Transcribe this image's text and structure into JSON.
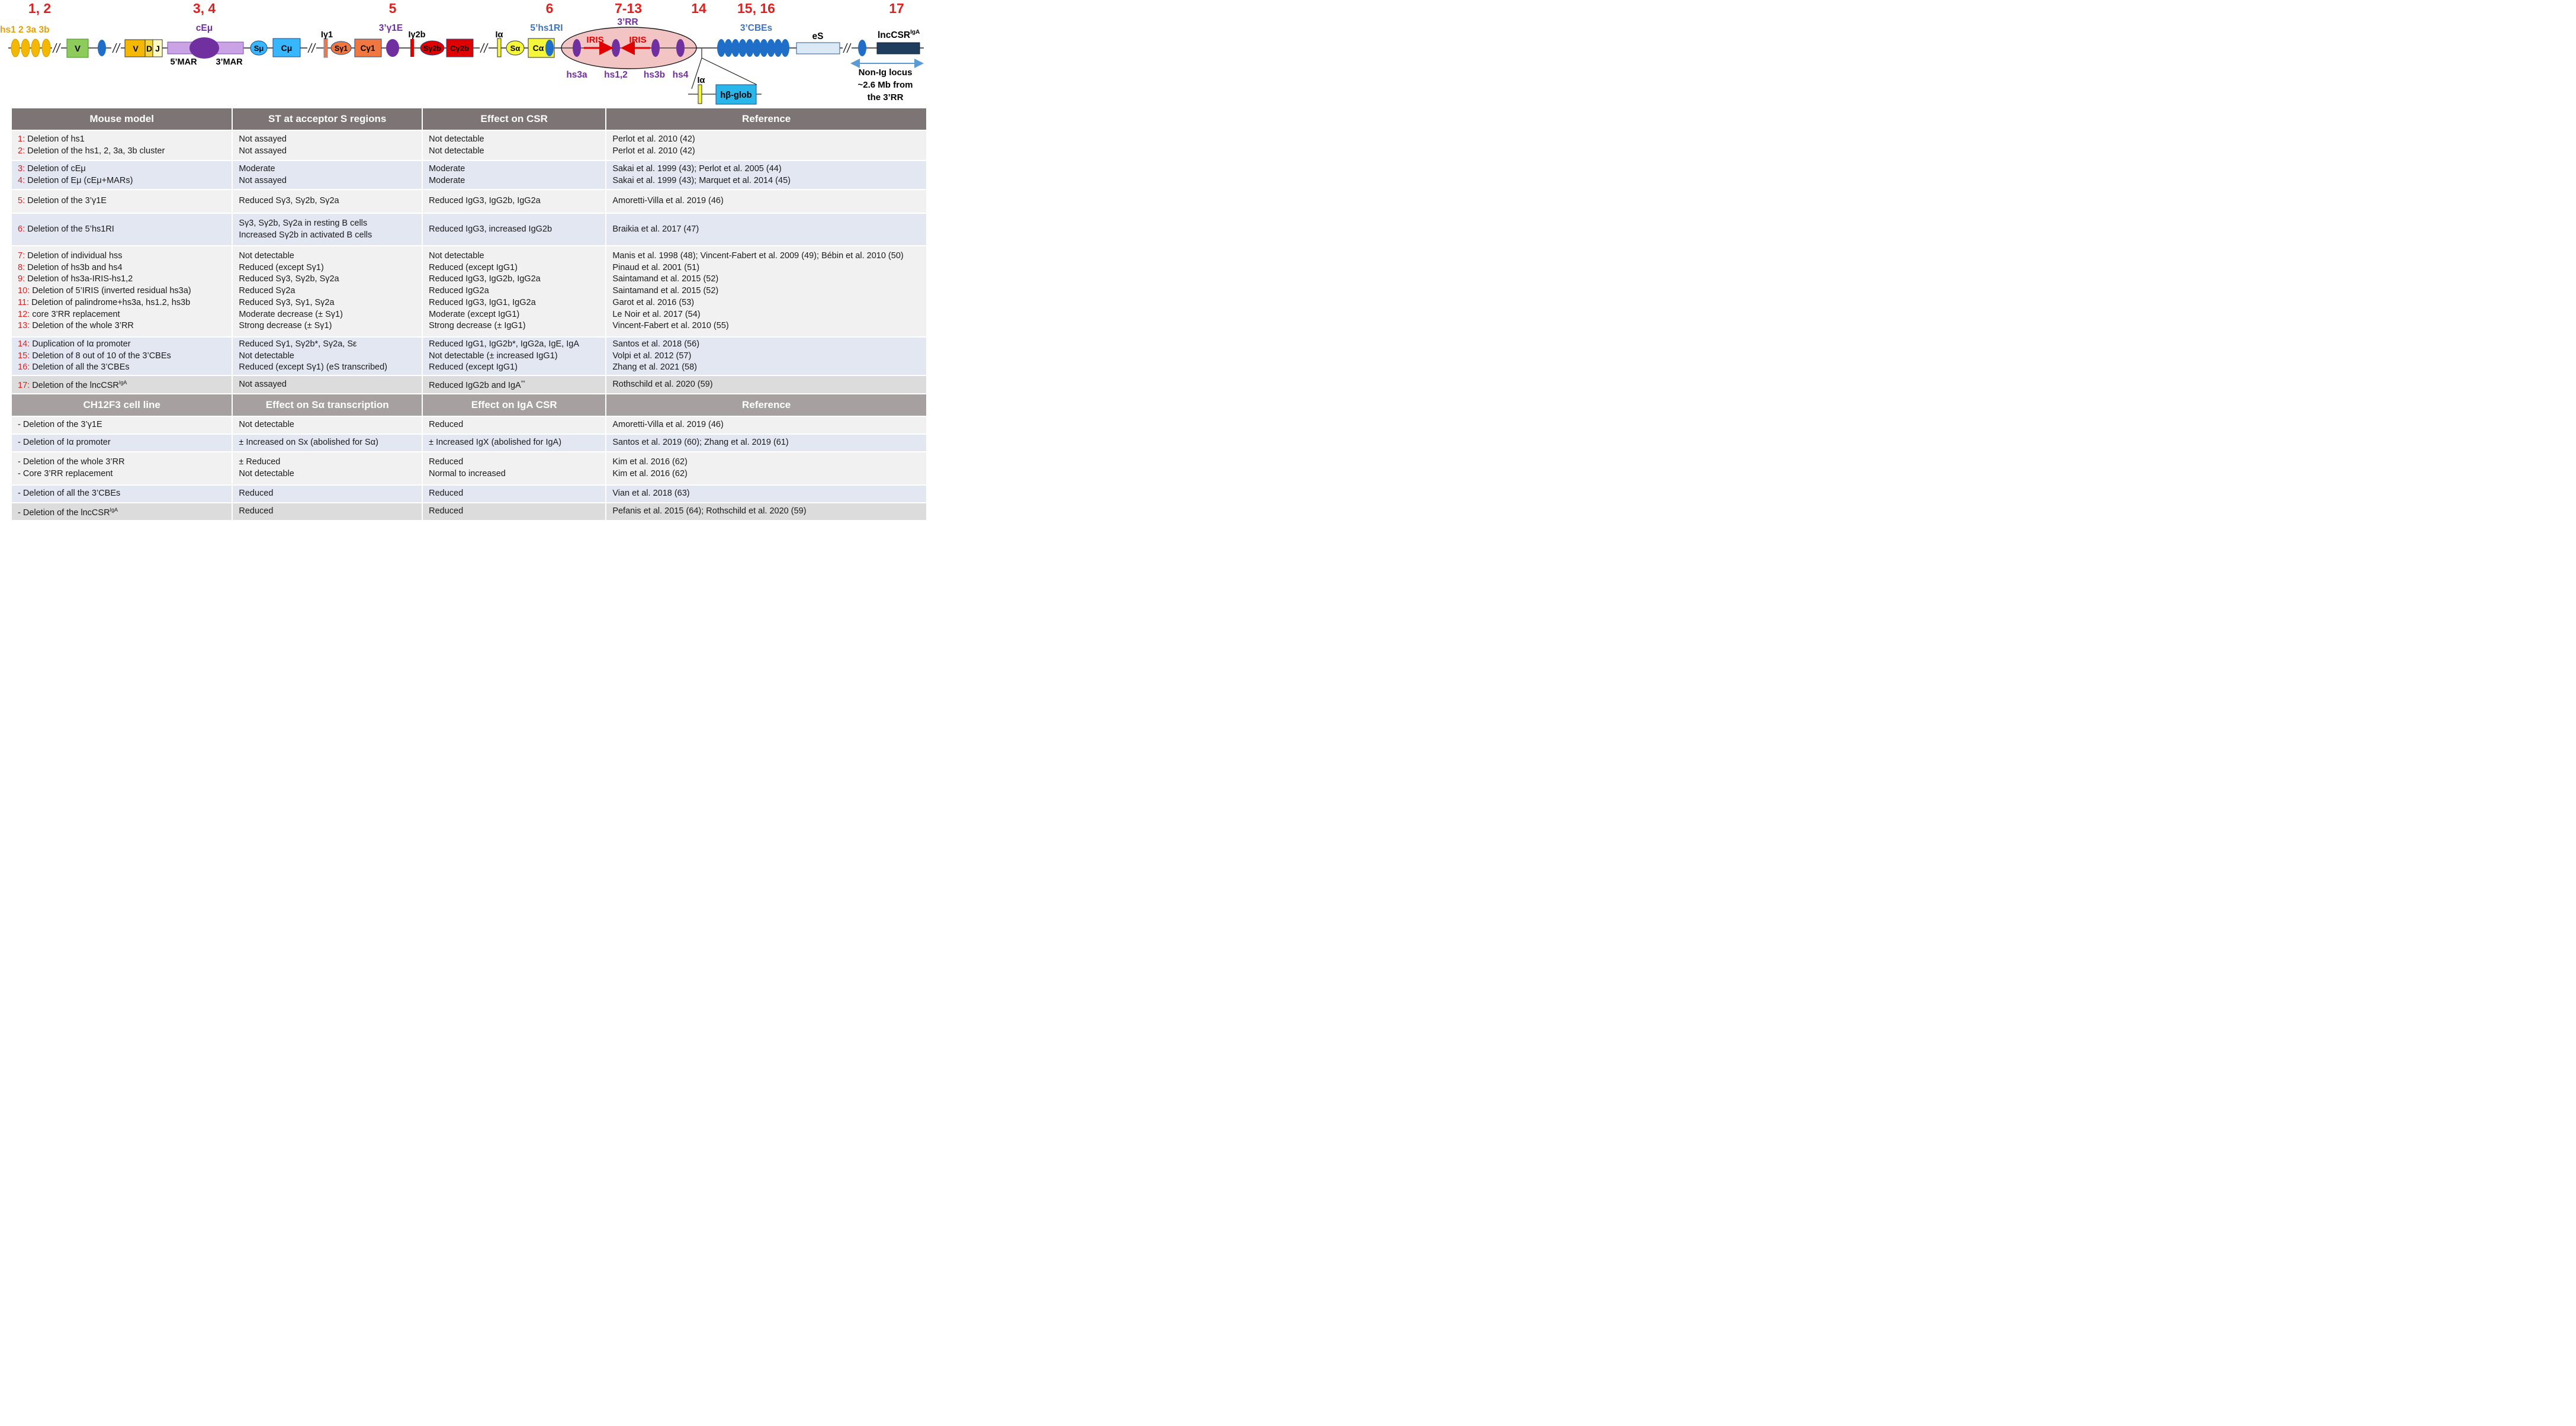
{
  "diagram": {
    "numbers": [
      "1, 2",
      "3, 4",
      "5",
      "6",
      "7-13",
      "14",
      "15, 16",
      "17"
    ],
    "hs_cluster": "hs1 2 3a 3b",
    "v": "V",
    "vdj": [
      "V",
      "D",
      "J"
    ],
    "cemu": "cEμ",
    "mar5": "5’MAR",
    "mar3": "3’MAR",
    "smu": "Sμ",
    "cmu": "Cμ",
    "igamma1": "Iγ1",
    "sgamma1": "Sγ1",
    "cgamma1": "Cγ1",
    "g1e": "3’γ1E",
    "igamma2b": "Iγ2b",
    "sgamma2b": "Sγ2b",
    "cgamma2b": "Cγ2b",
    "ialpha": "Iα",
    "salpha": "Sα",
    "calpha": "Cα",
    "hs1ri": "5’hs1RI",
    "rr3": "3’RR",
    "iris": [
      "IRIS",
      "IRIS"
    ],
    "hs_labels": [
      "hs3a",
      "hs1,2",
      "hs3b",
      "hs4"
    ],
    "ialpha2": "Iα",
    "hbglob": "hβ-glob",
    "cbes": "3’CBEs",
    "es": "eS",
    "lnc": "lncCSR",
    "lnc_sup": "IgA",
    "nonig": [
      "Non-Ig locus",
      "~2.6 Mb from",
      "the 3’RR"
    ]
  },
  "headers": [
    "Mouse model",
    "ST at acceptor S regions",
    "Effect on CSR",
    "Reference"
  ],
  "rows": [
    {
      "n": [
        "1:",
        "2:"
      ],
      "model": [
        "Deletion of hs1",
        "Deletion of the hs1, 2, 3a, 3b cluster"
      ],
      "st": [
        "Not assayed",
        "Not assayed"
      ],
      "csr": [
        "Not detectable",
        "Not detectable"
      ],
      "ref": [
        "Perlot et al. 2010 (42)",
        "Perlot et al. 2010 (42)"
      ]
    },
    {
      "n": [
        "3:",
        "4:"
      ],
      "model": [
        "Deletion of cEμ",
        "Deletion of Eμ (cEμ+MARs)"
      ],
      "st": [
        "Moderate",
        "Not assayed"
      ],
      "csr": [
        "Moderate",
        "Moderate"
      ],
      "ref": [
        "Sakai et al. 1999 (43); Perlot et al. 2005 (44)",
        "Sakai et al. 1999 (43); Marquet et al. 2014 (45)"
      ]
    },
    {
      "n": [
        "5:"
      ],
      "model": [
        "Deletion of the 3’γ1E"
      ],
      "st": [
        "Reduced Sγ3, Sγ2b, Sγ2a"
      ],
      "csr": [
        "Reduced IgG3, IgG2b, IgG2a"
      ],
      "ref": [
        "Amoretti-Villa et al. 2019 (46)"
      ]
    },
    {
      "n": [
        "6:"
      ],
      "model": [
        "Deletion of the 5’hs1RI"
      ],
      "st": [
        "Sγ3, Sγ2b, Sγ2a in resting B cells",
        "Increased Sγ2b in activated B cells"
      ],
      "csr": [
        "Reduced IgG3, increased IgG2b"
      ],
      "ref": [
        "Braikia et al. 2017 (47)"
      ]
    },
    {
      "n": [
        "7:",
        "8:",
        "9:",
        "10:",
        "11:",
        "12:",
        "13:"
      ],
      "model": [
        "Deletion of individual hss",
        "Deletion of hs3b and hs4",
        "Deletion of hs3a-IRIS-hs1,2",
        "Deletion of 5’IRIS (inverted residual hs3a)",
        "Deletion of palindrome+hs3a, hs1.2, hs3b",
        "core 3’RR replacement",
        "Deletion of the whole 3’RR"
      ],
      "st": [
        "Not detectable",
        "Reduced (except Sγ1)",
        "Reduced Sγ3, Sγ2b, Sγ2a",
        "Reduced Sγ2a",
        "Reduced Sγ3, Sγ1, Sγ2a",
        "Moderate decrease (± Sγ1)",
        "Strong decrease (± Sγ1)"
      ],
      "csr": [
        "Not detectable",
        "Reduced (except IgG1)",
        "Reduced IgG3, IgG2b, IgG2a",
        "Reduced IgG2a",
        "Reduced IgG3, IgG1, IgG2a",
        "Moderate (except IgG1)",
        "Strong decrease (± IgG1)"
      ],
      "ref": [
        "Manis et al. 1998 (48); Vincent-Fabert et al. 2009 (49); Bébin et al. 2010 (50)",
        "Pinaud et al. 2001 (51)",
        "Saintamand et al. 2015 (52)",
        "Saintamand et al. 2015 (52)",
        "Garot et al. 2016 (53)",
        "Le Noir et al. 2017 (54)",
        "Vincent-Fabert et al. 2010 (55)"
      ]
    },
    {
      "n": [
        "14:",
        "15:",
        "16:"
      ],
      "model": [
        "Duplication of Iα promoter",
        "Deletion of 8 out of 10 of the 3’CBEs",
        "Deletion of all the 3’CBEs"
      ],
      "st": [
        "Reduced Sγ1, Sγ2b*, Sγ2a, Sε",
        "Not detectable",
        "Reduced (except Sγ1) (eS transcribed)"
      ],
      "csr": [
        "Reduced IgG1, IgG2b*, IgG2a, IgE, IgA",
        "Not detectable (± increased IgG1)",
        "Reduced (except IgG1)"
      ],
      "ref": [
        "Santos et al. 2018 (56)",
        "Volpi et al. 2012 (57)",
        "Zhang et al. 2021 (58)"
      ]
    },
    {
      "n": [
        "17:"
      ],
      "model": [
        "Deletion of the lncCSR"
      ],
      "model_sup": "IgA",
      "st": [
        "Not assayed"
      ],
      "csr": [
        "Reduced IgG2b and IgA"
      ],
      "csr_sup": "**",
      "ref": [
        "Rothschild et al. 2020 (59)"
      ]
    }
  ],
  "headers2": [
    "CH12F3 cell line",
    "Effect on Sα transcription",
    "Effect on IgA CSR",
    "Reference"
  ],
  "rows2": [
    {
      "model": [
        "- Deletion of the 3’γ1E"
      ],
      "st": [
        "Not detectable"
      ],
      "csr": [
        "Reduced"
      ],
      "ref": [
        "Amoretti-Villa et al. 2019 (46)"
      ]
    },
    {
      "model": [
        "- Deletion of Iα promoter"
      ],
      "st": [
        "± Increased on Sx (abolished for Sα)"
      ],
      "csr": [
        "± Increased IgX (abolished for IgA)"
      ],
      "ref": [
        "Santos et al. 2019 (60); Zhang et al. 2019 (61)"
      ]
    },
    {
      "model": [
        "- Deletion of the whole 3’RR",
        "- Core 3’RR replacement"
      ],
      "st": [
        "± Reduced",
        "Not detectable"
      ],
      "csr": [
        "Reduced",
        "Normal to increased"
      ],
      "ref": [
        "Kim et al. 2016 (62)",
        "Kim et al. 2016 (62)"
      ]
    },
    {
      "model": [
        "- Deletion of all the 3’CBEs"
      ],
      "st": [
        "Reduced"
      ],
      "csr": [
        "Reduced"
      ],
      "ref": [
        "Vian et al. 2018 (63)"
      ]
    },
    {
      "model": [
        "- Deletion of the lncCSR"
      ],
      "model_sup": "IgA",
      "st": [
        "Reduced"
      ],
      "csr": [
        "Reduced"
      ],
      "ref": [
        "Pefanis et al. 2015 (64); Rothschild et al. 2020 (59)"
      ]
    }
  ]
}
